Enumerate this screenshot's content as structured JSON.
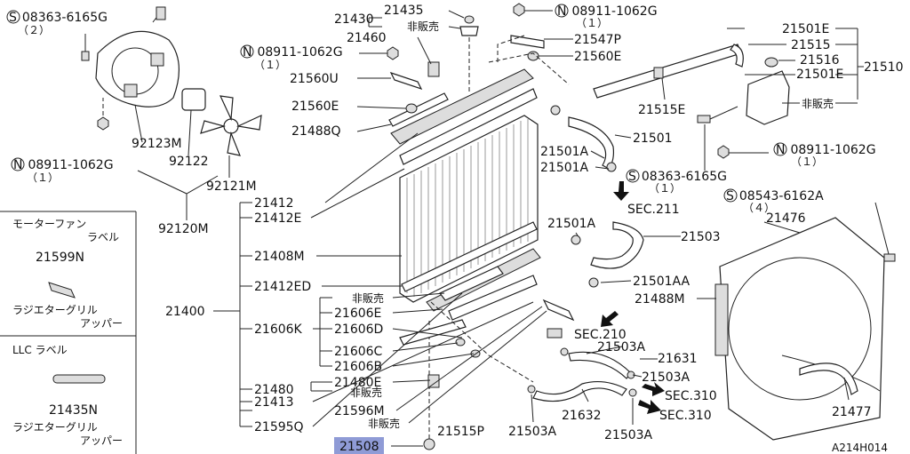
{
  "diagram": {
    "code": "A214H014",
    "parts": {
      "p21400": "21400",
      "p21412": "21412",
      "p21412E": "21412E",
      "p21408M": "21408M",
      "p21412ED": "21412ED",
      "p21606K": "21606K",
      "p21480": "21480",
      "p21413": "21413",
      "p21595Q": "21595Q",
      "p21508": "21508",
      "p21596M": "21596M",
      "p21515P": "21515P",
      "p21503A_1": "21503A",
      "p21632": "21632",
      "p21503A_2": "21503A",
      "p21503A_3": "21503A",
      "p21503A_4": "21503A",
      "p21631": "21631",
      "p21477": "21477",
      "p21476": "21476",
      "p21488M": "21488M",
      "p21501AA": "21501AA",
      "p21503": "21503",
      "p21501A_1": "21501A",
      "p21501A_2": "21501A",
      "p21501A_3": "21501A",
      "p21501": "21501",
      "p21515E": "21515E",
      "p21501E_1": "21501E",
      "p21515": "21515",
      "p21516": "21516",
      "p21501E_2": "21501E",
      "p21510": "21510",
      "p21560E_1": "21560E",
      "p21547P": "21547P",
      "p21435": "21435",
      "p21430": "21430",
      "p21460": "21460",
      "p21560U": "21560U",
      "p21560E_2": "21560E",
      "p21488Q": "21488Q",
      "p21606E": "21606E",
      "p21606D": "21606D",
      "p21606C": "21606C",
      "p21606B": "21606B",
      "p21480E": "21480E",
      "p92123M": "92123M",
      "p92122": "92122",
      "p92121M": "92121M",
      "p92120M": "92120M"
    },
    "fasteners": {
      "f1_mark": "S",
      "f1_code": "08363-6165G",
      "f1_qty": "（２）",
      "f2_mark": "N",
      "f2_code": "08911-1062G",
      "f2_qty": "（１）",
      "f3_mark": "N",
      "f3_code": "08911-1062G",
      "f3_qty": "（１）",
      "f4_mark": "N",
      "f4_code": "08911-1062G",
      "f4_qty": "（１）",
      "f5_mark": "N",
      "f5_code": "08911-1062G",
      "f5_qty": "（１）",
      "f6_mark": "S",
      "f6_code": "08363-6165G",
      "f6_qty": "（１）",
      "f7_mark": "S",
      "f7_code": "08543-6162A",
      "f7_qty": "（４）"
    },
    "not_sold": {
      "ns1": "非販売",
      "ns2": "非販売",
      "ns3": "非販売",
      "ns4": "非販売",
      "ns5": "非販売"
    },
    "sections": {
      "sec1": "SEC.211",
      "sec2": "SEC.210",
      "sec3": "SEC.310",
      "sec4": "SEC.310"
    },
    "inset": {
      "fan_label_title_1": "モーターファン",
      "fan_label_title_2": "ラベル",
      "fan_label_part": "21599N",
      "fan_label_desc_1": "ラジエターグリル",
      "fan_label_desc_2": "アッパー",
      "llc_title": "LLC ラベル",
      "llc_part": "21435N",
      "llc_desc_1": "ラジエターグリル",
      "llc_desc_2": "アッパー"
    }
  }
}
